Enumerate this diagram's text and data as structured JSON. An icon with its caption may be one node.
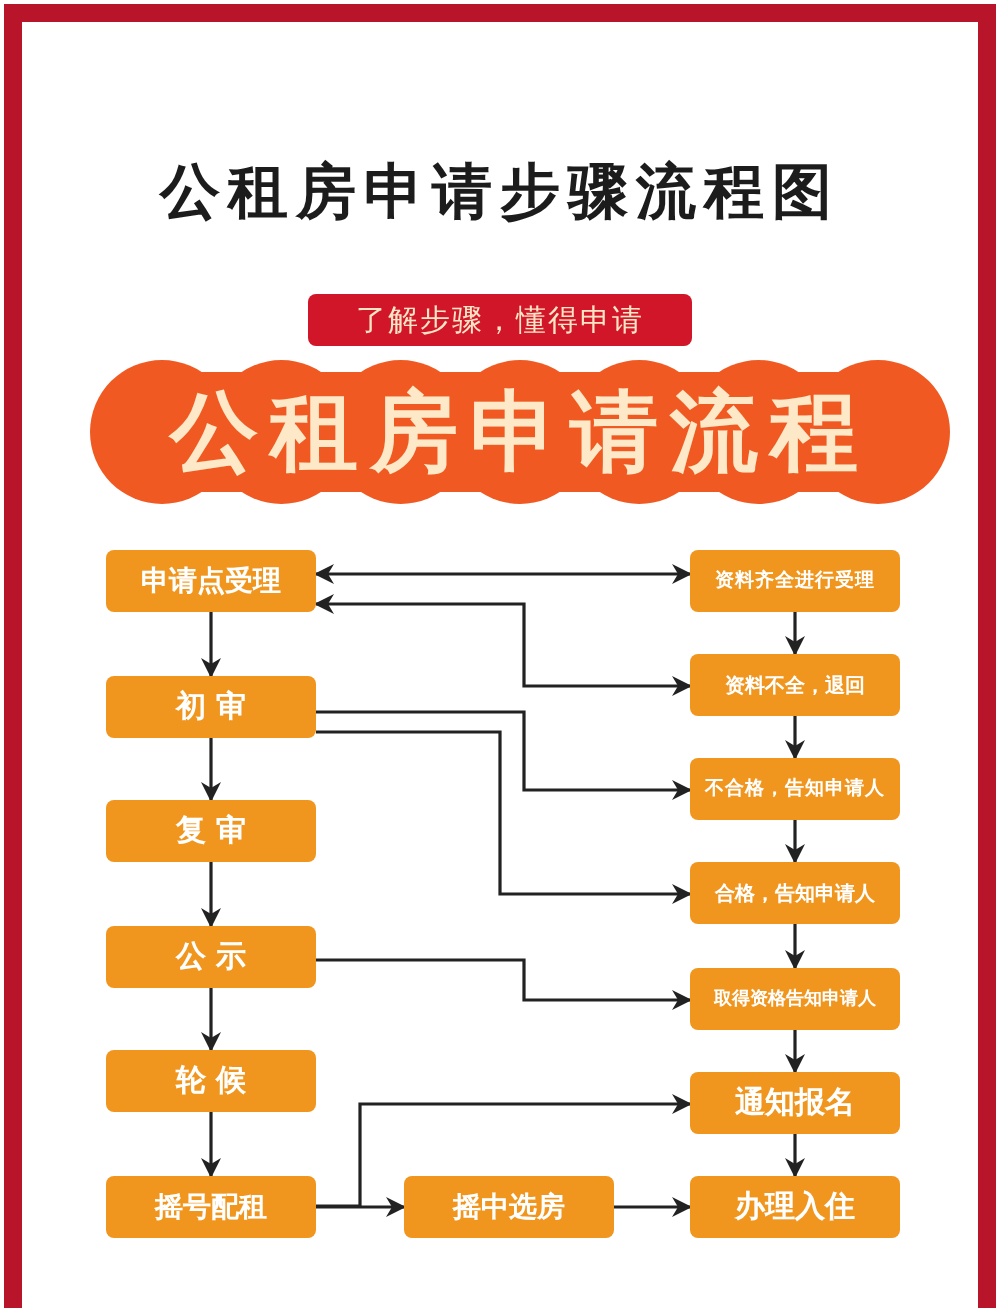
{
  "diagram": {
    "title": "公租房申请步骤流程图",
    "nodes": [
      {
        "text": [
          "了解步骤，懂得申请"
        ]
      },
      {
        "text": [
          "公租房申请流程"
        ]
      },
      {
        "text": [
          "申请点受理"
        ]
      },
      {
        "text": [
          "初 审"
        ]
      },
      {
        "text": [
          "复 审"
        ]
      },
      {
        "text": [
          "公 示"
        ]
      },
      {
        "text": [
          "轮 候"
        ]
      },
      {
        "text": [
          "摇号配租"
        ]
      },
      {
        "text": [
          "摇中选房"
        ]
      },
      {
        "text": [
          "资料齐全进行受理"
        ]
      },
      {
        "text": [
          "资料不全，退回"
        ]
      },
      {
        "text": [
          "不合格，告知申请人"
        ]
      },
      {
        "text": [
          "合格，告知申请人"
        ]
      },
      {
        "text": [
          "取得资格告知申请人"
        ]
      },
      {
        "text": [
          "通知报名"
        ]
      },
      {
        "text": [
          "办理入住"
        ]
      }
    ],
    "edges": [
      {
        "from": 2,
        "to": 3,
        "arrow": "to"
      },
      {
        "from": 3,
        "to": 4,
        "arrow": "to"
      },
      {
        "from": 4,
        "to": 5,
        "arrow": "to"
      },
      {
        "from": 5,
        "to": 6,
        "arrow": "to"
      },
      {
        "from": 6,
        "to": 7,
        "arrow": "to"
      },
      {
        "from": 7,
        "to": 8,
        "arrow": "to"
      },
      {
        "from": 8,
        "to": 15,
        "arrow": "to"
      },
      {
        "from": 9,
        "to": 10,
        "arrow": "to"
      },
      {
        "from": 10,
        "to": 11,
        "arrow": "to"
      },
      {
        "from": 11,
        "to": 12,
        "arrow": "to"
      },
      {
        "from": 12,
        "to": 13,
        "arrow": "to"
      },
      {
        "from": 13,
        "to": 14,
        "arrow": "to"
      },
      {
        "from": 14,
        "to": 15,
        "arrow": "to"
      },
      {
        "from": 2,
        "to": 9,
        "arrow": "both"
      },
      {
        "from": 2,
        "to": 10,
        "arrow": "both"
      },
      {
        "from": 3,
        "to": 11,
        "arrow": "to"
      },
      {
        "from": 3,
        "to": 12,
        "arrow": "to"
      },
      {
        "from": 5,
        "to": 13,
        "arrow": "to"
      },
      {
        "from": 7,
        "to": 14,
        "arrow": "to"
      }
    ]
  }
}
